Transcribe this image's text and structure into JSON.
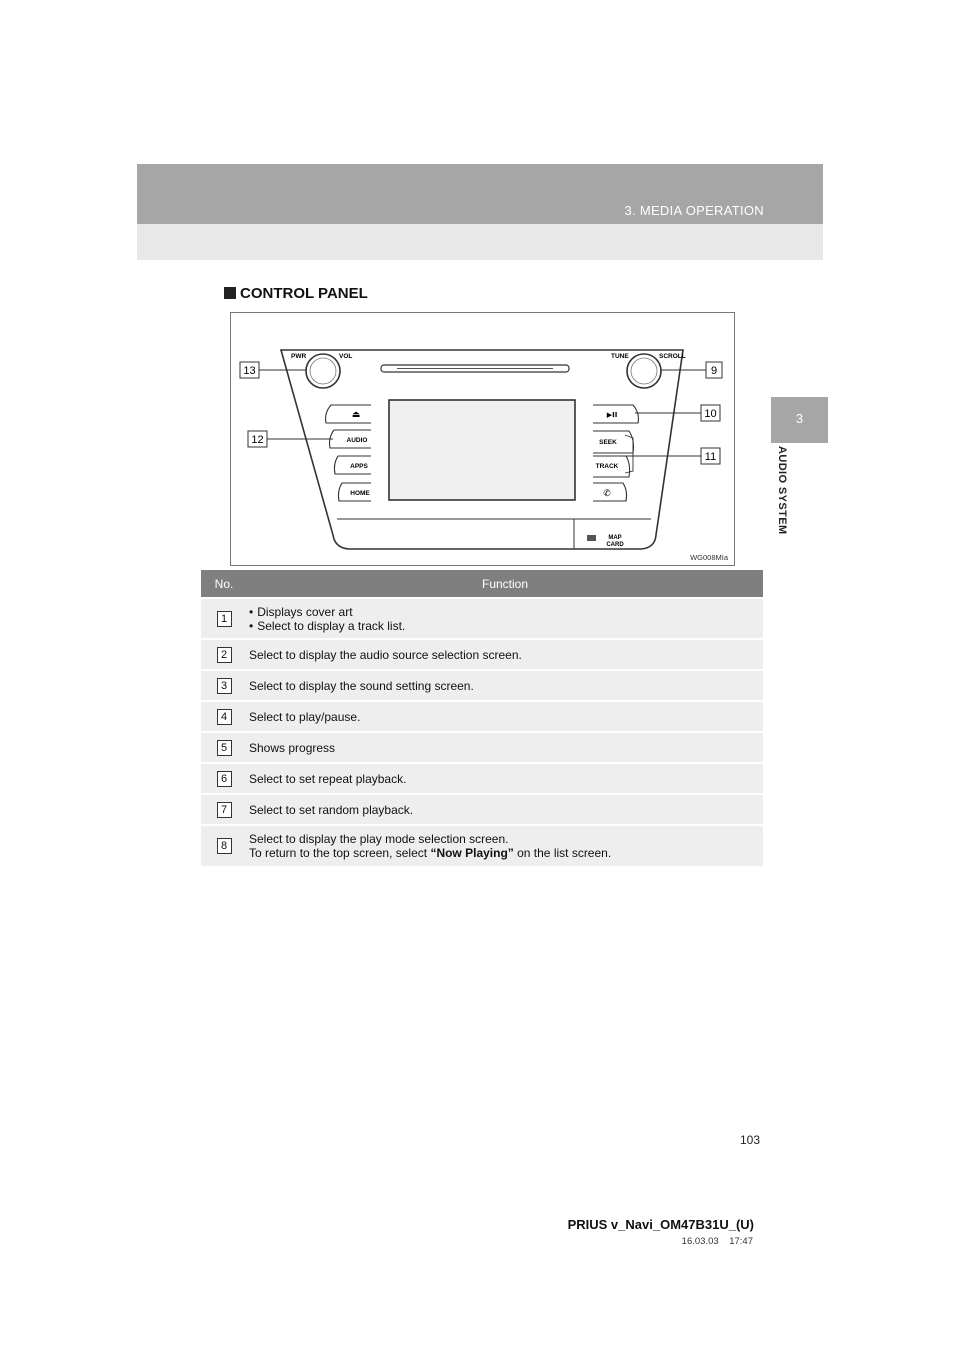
{
  "header": {
    "section": "3. MEDIA OPERATION"
  },
  "side_tab": {
    "number": "3",
    "label": "AUDIO SYSTEM"
  },
  "heading": "CONTROL PANEL",
  "figure": {
    "id": "WG008MIa",
    "knob_labels": {
      "pwr": "PWR",
      "vol": "VOL",
      "tune": "TUNE",
      "scroll": "SCROLL"
    },
    "buttons_left": {
      "eject": "⏏",
      "audio": "AUDIO",
      "apps": "APPS",
      "home": "HOME"
    },
    "buttons_right": {
      "playpause": "▶II",
      "seek": "SEEK",
      "track": "TRACK",
      "phone": "✆"
    },
    "slot_label": {
      "line1": "MAP",
      "line2": "CARD"
    },
    "callouts": {
      "c9": "9",
      "c10": "10",
      "c11": "11",
      "c12": "12",
      "c13": "13"
    }
  },
  "table": {
    "headers": {
      "no": "No.",
      "function": "Function"
    },
    "rows": [
      {
        "no": "1",
        "lines": [
          "Displays cover art",
          "Select to display a track list."
        ],
        "bullets": true
      },
      {
        "no": "2",
        "text": "Select to display the audio source selection screen."
      },
      {
        "no": "3",
        "text": "Select to display the sound setting screen."
      },
      {
        "no": "4",
        "text": "Select to play/pause."
      },
      {
        "no": "5",
        "text": "Shows progress"
      },
      {
        "no": "6",
        "text": "Select to set repeat playback."
      },
      {
        "no": "7",
        "text": "Select to set random playback."
      },
      {
        "no": "8",
        "line1": "Select to display the play mode selection screen.",
        "line2_pre": "To return to the top screen, select ",
        "line2_bold": "“Now Playing”",
        "line2_post": " on the list screen."
      }
    ]
  },
  "footer": {
    "page": "103",
    "code": "PRIUS v_Navi_OM47B31U_(U)",
    "date": "16.03.03",
    "time": "17:47"
  }
}
